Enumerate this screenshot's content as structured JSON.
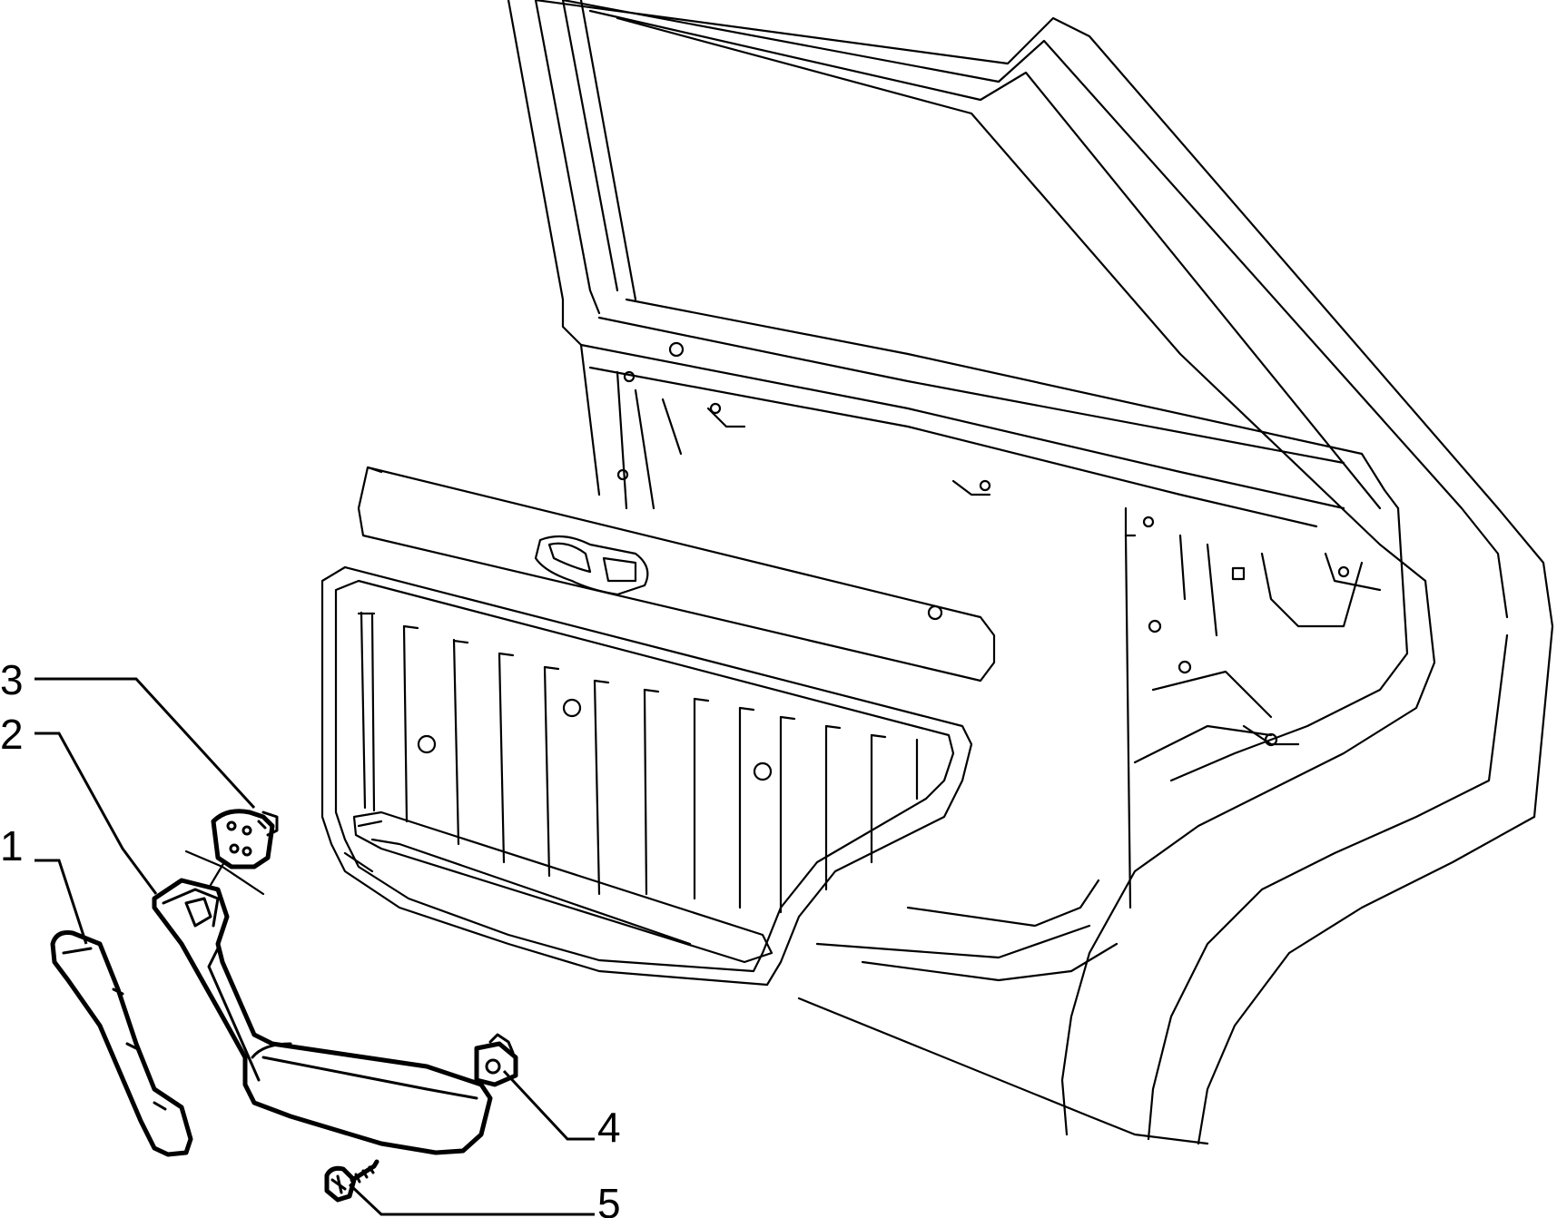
{
  "parts": [
    {
      "number": "1",
      "icon": "armrest-grip-cover-icon"
    },
    {
      "number": "2",
      "icon": "armrest-handle-icon"
    },
    {
      "number": "3",
      "icon": "switch-plug-icon"
    },
    {
      "number": "4",
      "icon": "retaining-clip-icon"
    },
    {
      "number": "5",
      "icon": "screw-icon"
    }
  ],
  "colors": {
    "line": "#000000",
    "background": "#ffffff"
  }
}
